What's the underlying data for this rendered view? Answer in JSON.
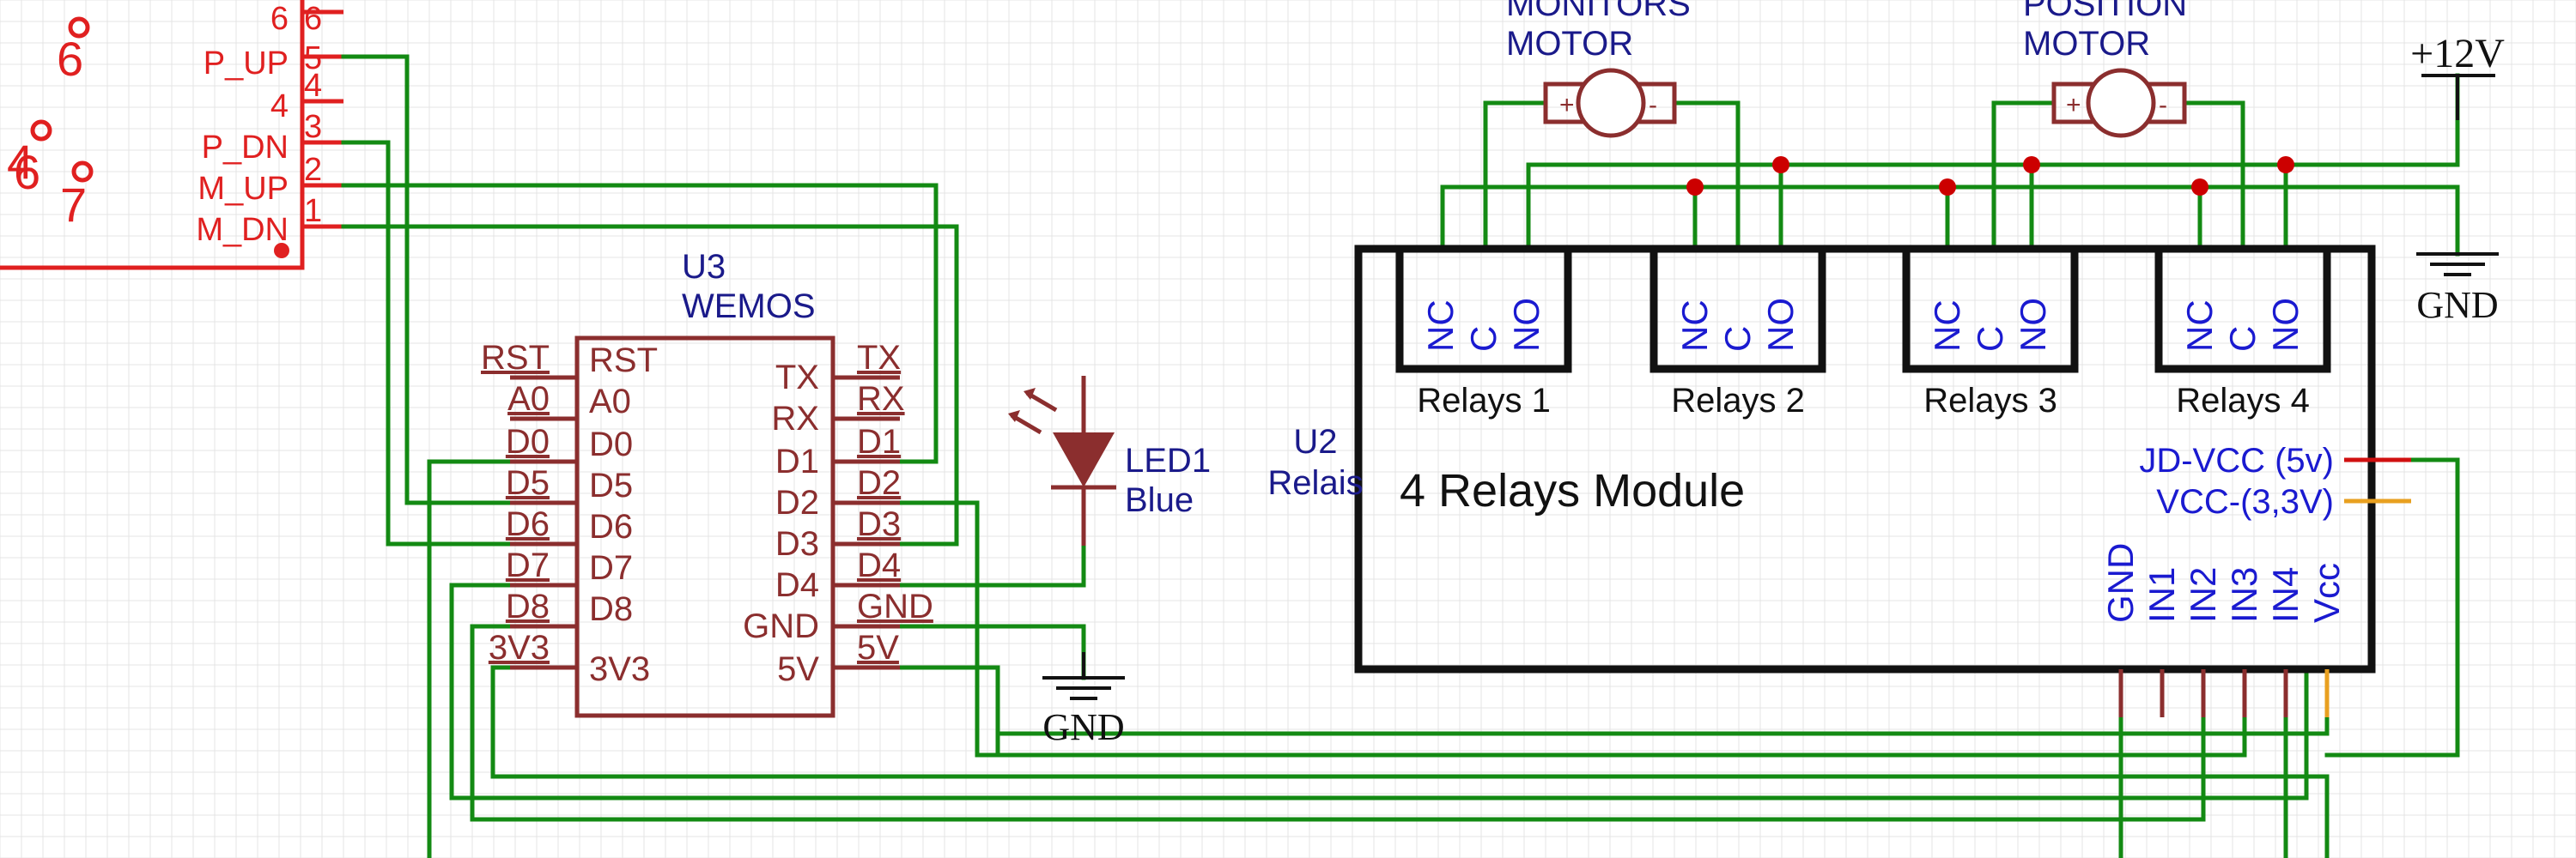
{
  "connector": {
    "pin_numbers": [
      "6",
      "5",
      "4",
      "3",
      "2",
      "1"
    ],
    "pin_labels": [
      "6",
      "P_UP",
      "4",
      "P_DN",
      "M_UP",
      "M_DN"
    ],
    "part_fragment_labels": [
      "6",
      "4",
      "6",
      "7"
    ],
    "gnd_fragment": "GND"
  },
  "wemos": {
    "ref": "U3",
    "value": "WEMOS",
    "left_net_labels": [
      "RST",
      "A0",
      "D0",
      "D5",
      "D6",
      "D7",
      "D8",
      "3V3"
    ],
    "left_pin_labels": [
      "RST",
      "A0",
      "D0",
      "D5",
      "D6",
      "D7",
      "D8",
      "3V3"
    ],
    "right_pin_labels": [
      "TX",
      "RX",
      "D1",
      "D2",
      "D3",
      "D4",
      "GND",
      "5V"
    ],
    "right_net_labels": [
      "TX",
      "RX",
      "D1",
      "D2",
      "D3",
      "D4",
      "GND",
      "5V"
    ]
  },
  "led": {
    "ref": "LED1",
    "value": "Blue"
  },
  "gnd_labels": {
    "wemos": "GND",
    "relay": "GND"
  },
  "relay_module": {
    "ref": "U2",
    "value": "Relais",
    "title": "4 Relays Module",
    "relays": [
      {
        "label": "Relays 1",
        "contacts": [
          "NC",
          "C",
          "NO"
        ]
      },
      {
        "label": "Relays 2",
        "contacts": [
          "NC",
          "C",
          "NO"
        ]
      },
      {
        "label": "Relays 3",
        "contacts": [
          "NC",
          "C",
          "NO"
        ]
      },
      {
        "label": "Relays 4",
        "contacts": [
          "NC",
          "C",
          "NO"
        ]
      }
    ],
    "power_pins": [
      "JD-VCC (5v)",
      "VCC-(3,3V)"
    ],
    "input_pins": [
      "GND",
      "IN1",
      "IN2",
      "IN3",
      "IN4",
      "Vcc"
    ]
  },
  "motors": [
    {
      "name_line1": "MONITORS",
      "name_line2": "MOTOR"
    },
    {
      "name_line1": "POSITION",
      "name_line2": "MOTOR"
    }
  ],
  "supply": {
    "label": "+12V"
  },
  "colors": {
    "wire": "#138a13",
    "component": "#8b2e2e",
    "connector": "#e02020",
    "label": "#1a1ad0",
    "junction": "#cc0000",
    "jd_vcc_wire": "#d01010",
    "vcc_wire": "#e8a020"
  }
}
